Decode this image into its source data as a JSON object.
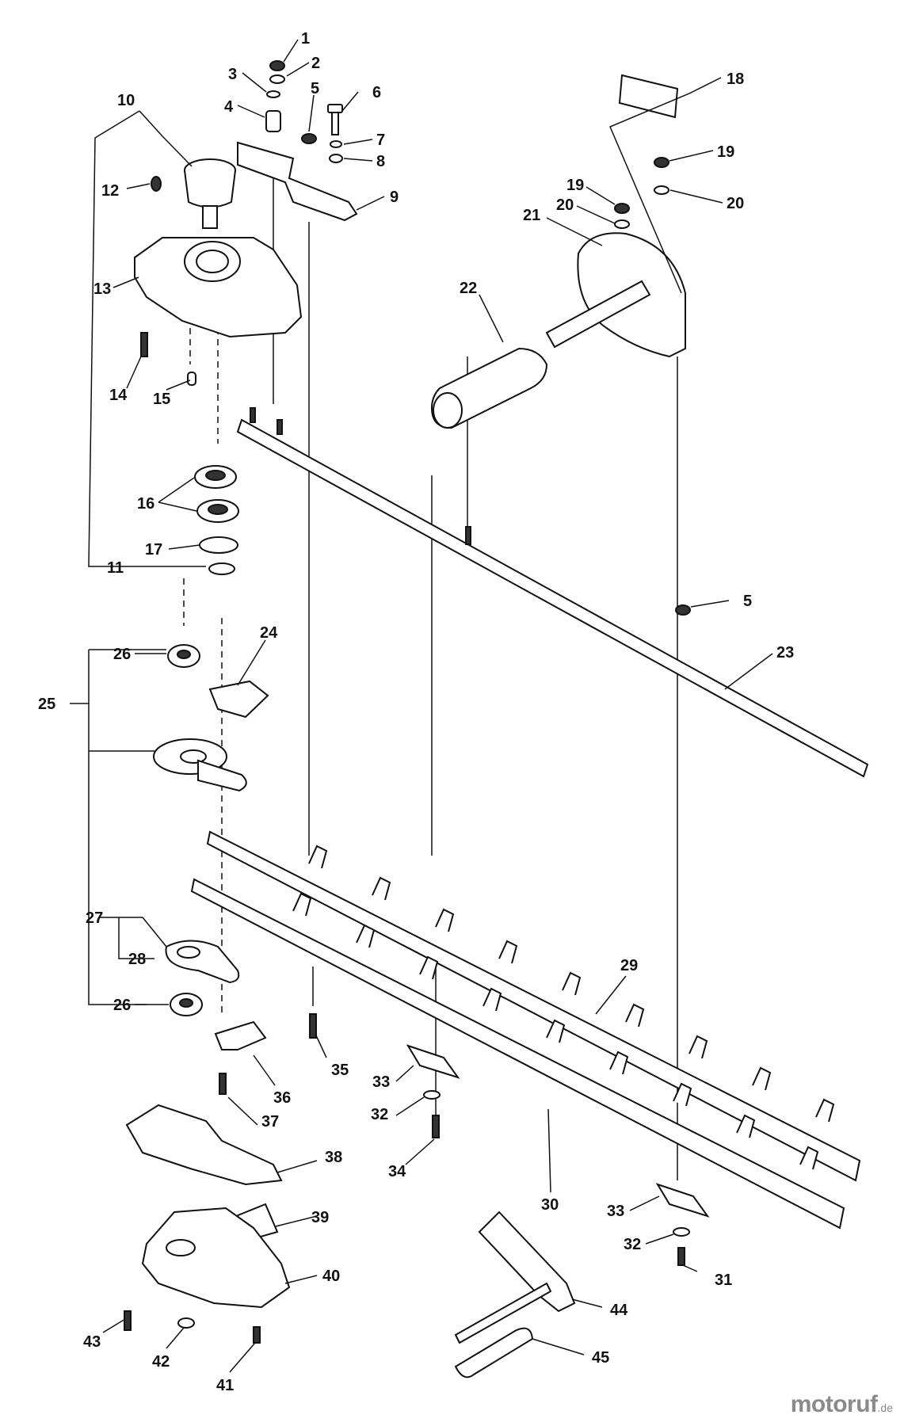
{
  "diagram": {
    "callouts": [
      "1",
      "2",
      "3",
      "4",
      "5",
      "6",
      "7",
      "8",
      "9",
      "10",
      "11",
      "12",
      "13",
      "14",
      "15",
      "16",
      "17",
      "18",
      "19",
      "19",
      "20",
      "20",
      "21",
      "22",
      "23",
      "24",
      "25",
      "26",
      "26",
      "27",
      "28",
      "29",
      "30",
      "31",
      "32",
      "32",
      "33",
      "33",
      "34",
      "35",
      "36",
      "37",
      "38",
      "39",
      "40",
      "41",
      "42",
      "43",
      "44",
      "45",
      "5"
    ]
  },
  "watermark": {
    "name": "motoruf",
    "tld": ".de"
  }
}
